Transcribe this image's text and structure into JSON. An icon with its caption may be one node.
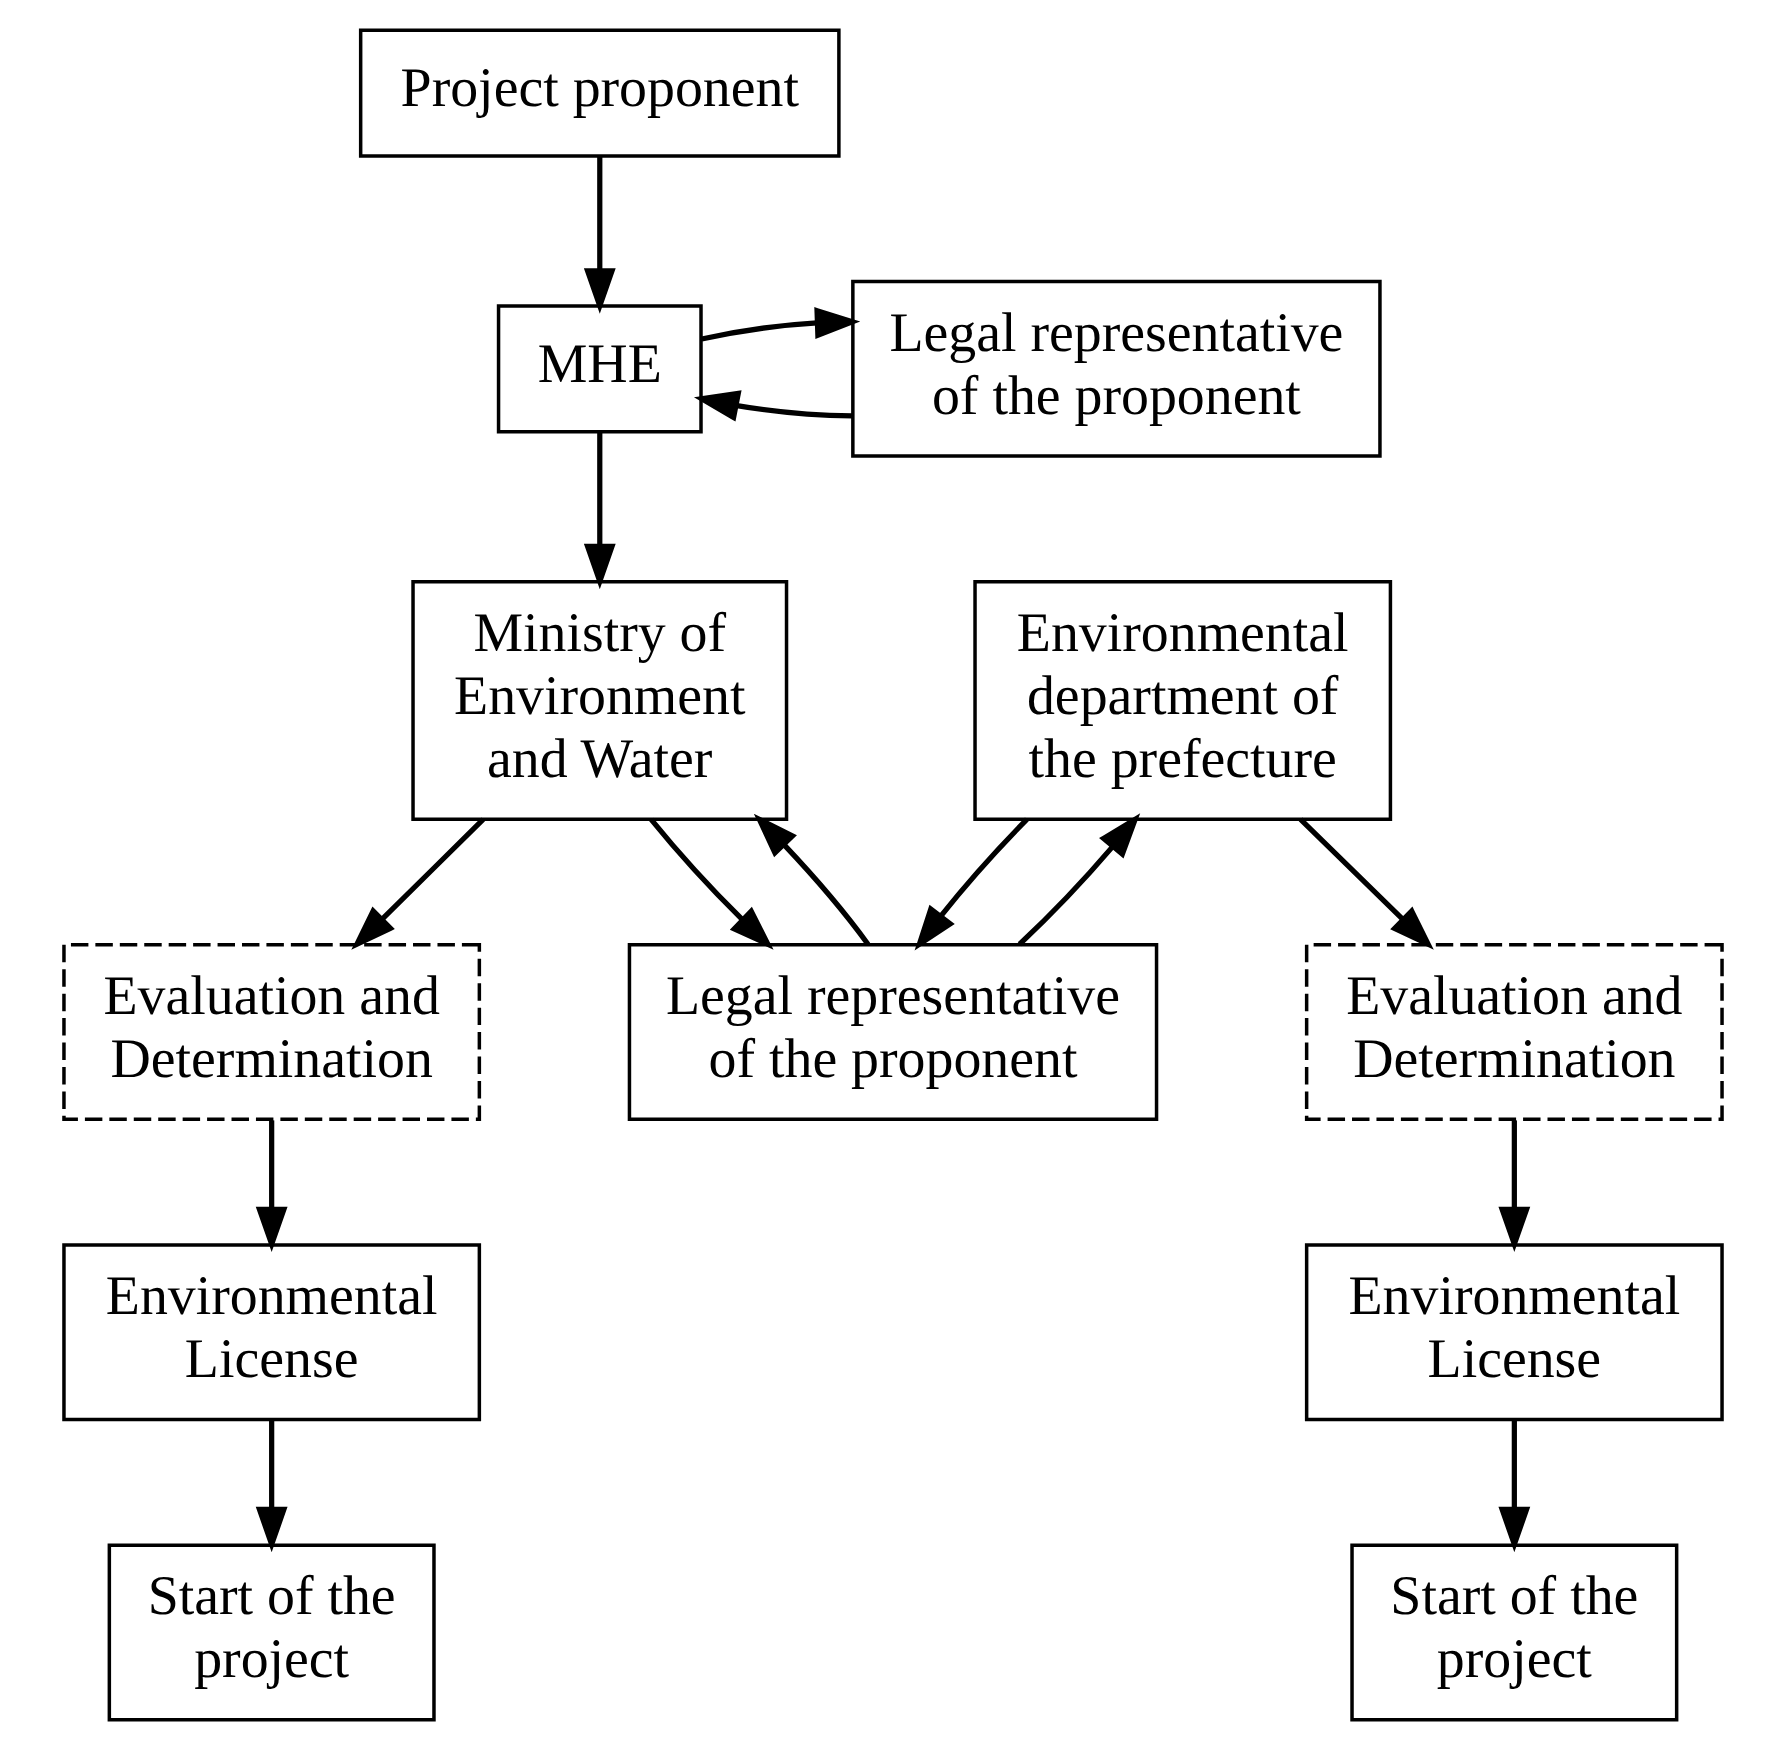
{
  "diagram": {
    "nodes": [
      {
        "text": [
          "Project proponent"
        ]
      },
      {
        "text": [
          "MHE"
        ]
      },
      {
        "text": [
          "Legal representative of the proponent"
        ]
      },
      {
        "text": [
          "Ministry of Environment and Water"
        ]
      },
      {
        "text": [
          "Environmental department of the prefecture"
        ]
      },
      {
        "text": [
          "Legal representative of the proponent"
        ]
      },
      {
        "text": [
          "Evaluation and Determination"
        ]
      },
      {
        "text": [
          "Evaluation and Determination"
        ]
      },
      {
        "text": [
          "Environmental License"
        ]
      },
      {
        "text": [
          "Environmental License"
        ]
      },
      {
        "text": [
          "Start of the project"
        ]
      },
      {
        "text": [
          "Start of the project"
        ]
      }
    ],
    "edges": [
      {
        "from": 0,
        "to": 1,
        "arrow": "to"
      },
      {
        "from": 2,
        "to": 1,
        "arrow": "to"
      },
      {
        "from": 1,
        "to": 2,
        "arrow": "to"
      },
      {
        "from": 1,
        "to": 3,
        "arrow": "to"
      },
      {
        "from": 5,
        "to": 3,
        "arrow": "to"
      },
      {
        "from": 5,
        "to": 4,
        "arrow": "to"
      },
      {
        "from": 3,
        "to": 5,
        "arrow": "to"
      },
      {
        "from": 4,
        "to": 5,
        "arrow": "to"
      },
      {
        "from": 3,
        "to": 6,
        "arrow": "to"
      },
      {
        "from": 4,
        "to": 7,
        "arrow": "to"
      },
      {
        "from": 6,
        "to": 8,
        "arrow": "to"
      },
      {
        "from": 7,
        "to": 9,
        "arrow": "to"
      },
      {
        "from": 8,
        "to": 10,
        "arrow": "to"
      },
      {
        "from": 9,
        "to": 11,
        "arrow": "to"
      }
    ]
  }
}
